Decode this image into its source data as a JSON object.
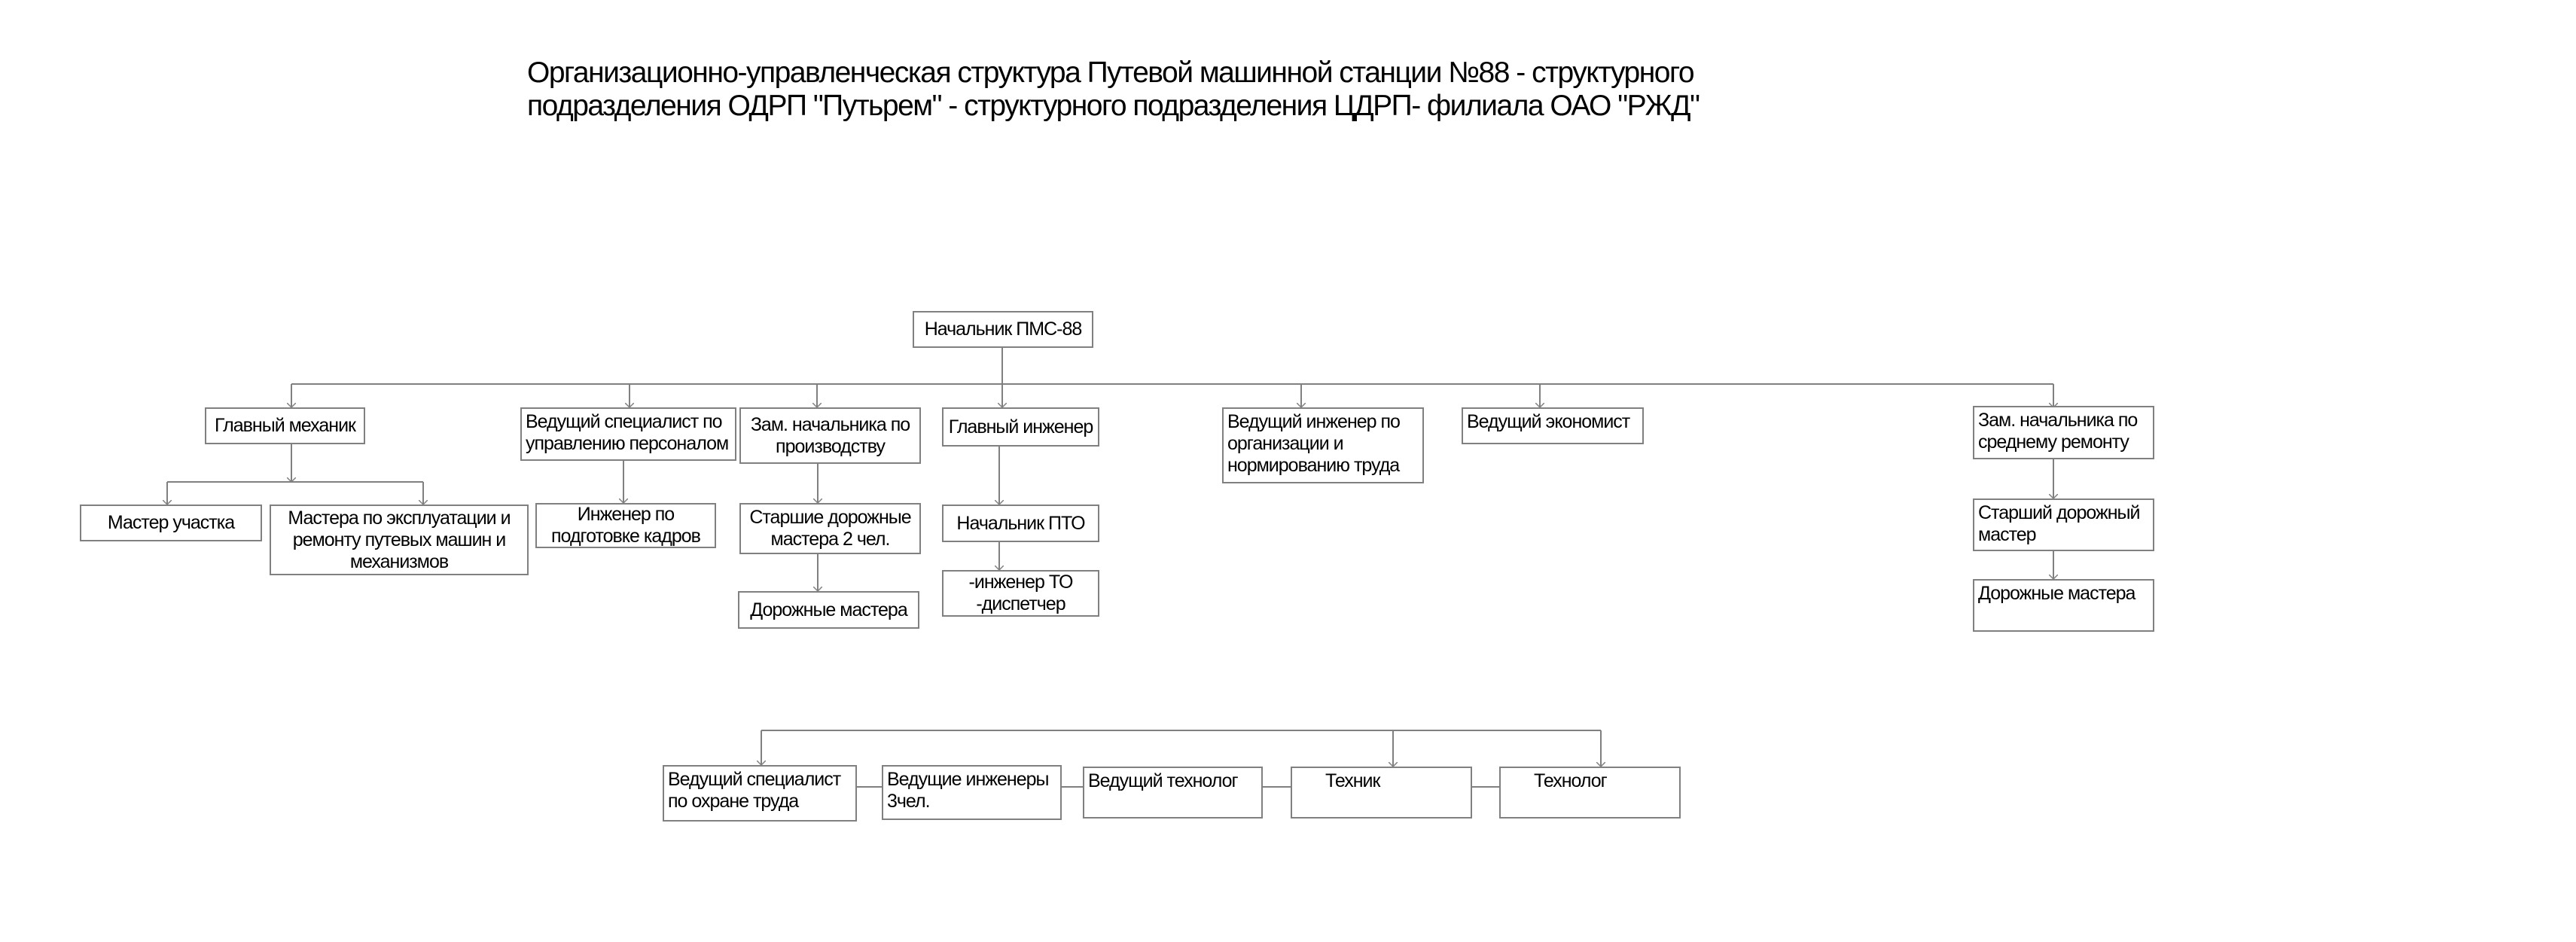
{
  "title": {
    "line1": "Организационно-управленческая структура Путевой машинной станции №88 - структурного",
    "line2": "подразделения ОДРП \"Путьрем\" - структурного подразделения ЦДРП- филиала ОАО \"РЖД\""
  },
  "boxes": {
    "head": "Начальник ПМС-88",
    "chief_mechanic": "Главный механик",
    "lead_hr": "Ведущий специалист по управлению персоналом",
    "deputy_production": "Зам. начальника по производству",
    "chief_engineer": "Главный инженер",
    "lead_engineer_org": "Ведущий инженер по организации и нормированию труда",
    "lead_economist": "Ведущий экономист",
    "deputy_repair": "Зам. начальника по среднему ремонту",
    "section_master": "Мастер участка",
    "machine_masters": "Мастера по эксплуатации и ремонту путевых машин и механизмов",
    "hr_engineer": "Инженер по подготовке кадров",
    "senior_road_masters": "Старшие дорожные мастера 2 чел.",
    "road_masters_1": "Дорожные мастера",
    "pto_head": "Начальник ПТО",
    "to_engineer": "-инженер ТО\n-диспетчер",
    "senior_road_master": "Старший дорожный мастер",
    "road_masters_2": "Дорожные мастера",
    "lead_safety": "Ведущий специалист по охране труда",
    "lead_engineers_3": "Ведущие инженеры 3чел.",
    "lead_technologist": "Ведущий технолог",
    "technician": "Техник",
    "technologist": "Технолог"
  }
}
